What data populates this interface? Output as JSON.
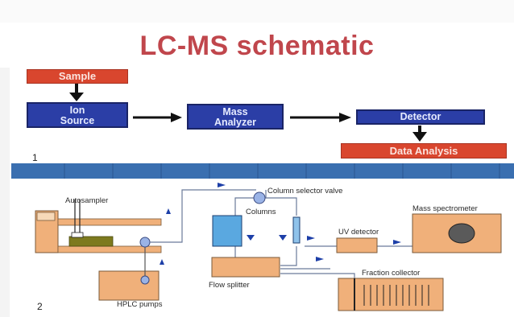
{
  "title": "LC-MS schematic",
  "flow": {
    "sample": "Sample",
    "ion_source": [
      "Ion",
      "Source"
    ],
    "mass_analyzer": [
      "Mass",
      "Analyzer"
    ],
    "detector": "Detector",
    "data_analysis": "Data Analysis"
  },
  "panel_numbers": {
    "first": "1",
    "second": "2"
  },
  "instrument": {
    "autosampler": "Autosampler",
    "column_selector_valve": "Column selector valve",
    "columns": "Columns",
    "mass_spectrometer": "Mass spectrometer",
    "uv_detector": "UV detector",
    "fraction_collector": "Fraction collector",
    "flow_splitter": "Flow splitter",
    "hplc_pumps": "HPLC pumps"
  },
  "colors": {
    "title": "#c0464c",
    "flow_red": "#d9462e",
    "flow_blue": "#2b3ea6",
    "band_blue": "#3a6fb0",
    "equipment_orange": "#f0b07a",
    "column_blue": "#5aa8e0"
  }
}
